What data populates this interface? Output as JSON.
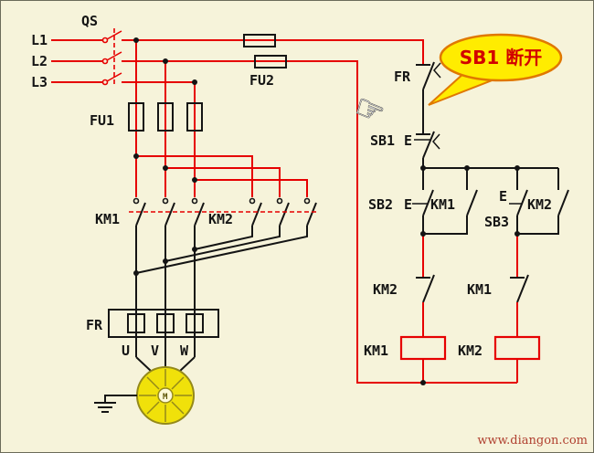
{
  "page": {
    "background": "#f6f3da",
    "watermark": "www.diangon.com"
  },
  "colors": {
    "wire_red": "#e60000",
    "wire_black": "#141414",
    "bubble_fill": "#ffec00",
    "bubble_border": "#e07800",
    "bubble_text": "#d20000",
    "motor_body": "#f0e10a",
    "motor_detail": "#94891a",
    "watermark_text": "#b04030"
  },
  "labels": {
    "qs": "QS",
    "l1": "L1",
    "l2": "L2",
    "l3": "L3",
    "fu1": "FU1",
    "fu2": "FU2",
    "km1_main": "KM1",
    "km2_main": "KM2",
    "fr_main": "FR",
    "phase_u": "U",
    "phase_v": "V",
    "phase_w": "W",
    "motor": "M",
    "fr_control": "FR",
    "sb1": "SB1",
    "sb1_cap": "E",
    "sb2": "SB2",
    "sb2_cap": "E",
    "sb3": "SB3",
    "sb3_cap": "E",
    "km1_aux": "KM1",
    "km2_aux": "KM2",
    "km2_interlock": "KM2",
    "km1_interlock": "KM1",
    "km1_coil": "KM1",
    "km2_coil": "KM2"
  },
  "callout": {
    "text": "SB1 断开"
  }
}
